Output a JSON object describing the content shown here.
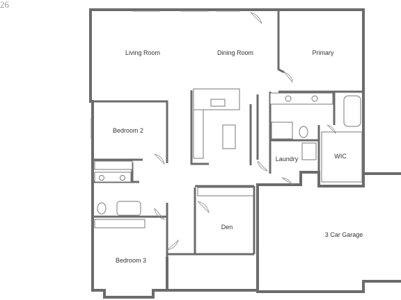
{
  "corner_text": "26",
  "rooms": {
    "living_room": "Living Room",
    "dining_room": "Dining Room",
    "primary": "Primary",
    "bedroom_2": "Bedroom 2",
    "laundry": "Laundry",
    "wic": "WIC",
    "den": "Den",
    "garage": "3 Car Garage",
    "bedroom_3": "Bedroom 3"
  }
}
